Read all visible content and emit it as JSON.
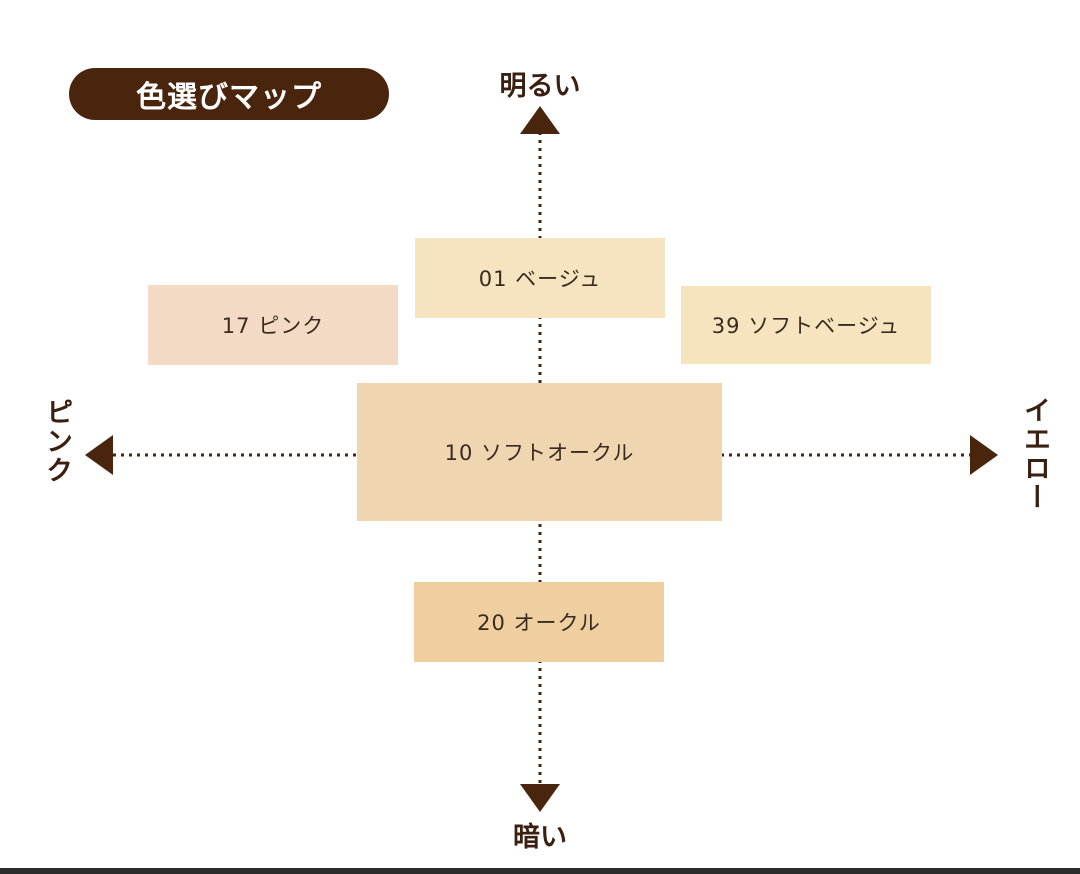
{
  "title": "色選びマップ",
  "axes": {
    "top": "明るい",
    "bottom": "暗い",
    "left": "ピンク",
    "right": "イエロー"
  },
  "shades": [
    {
      "label": "01 ベージュ",
      "color": "#f5e4bf"
    },
    {
      "label": "17 ピンク",
      "color": "#f3dac4"
    },
    {
      "label": "39 ソフトベージュ",
      "color": "#f6e4be"
    },
    {
      "label": "10 ソフトオークル",
      "color": "#f0d6b0"
    },
    {
      "label": "20 オークル",
      "color": "#efcf9f"
    }
  ],
  "colors": {
    "axis": "#4a250d",
    "title_bg": "#4a250d"
  }
}
